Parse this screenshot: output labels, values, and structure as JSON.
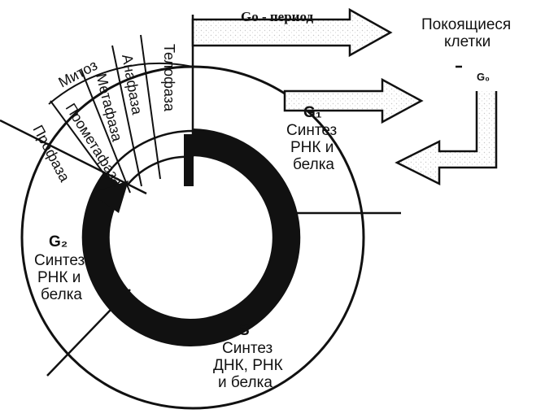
{
  "diagram": {
    "go_period": "Go - период",
    "resting_cells": [
      "Покоящиеся",
      "клетки"
    ],
    "g0_box": "G₀",
    "mitosis": "Митоз",
    "phases": [
      "Профаза",
      "Прометафаза",
      "Метафаза",
      "Анафаза",
      "Телофаза"
    ],
    "g1": {
      "name": "G₁",
      "lines": [
        "Синтез",
        "РНК и",
        "белка"
      ]
    },
    "s": {
      "name": "S",
      "lines": [
        "Синтез",
        "ДНК, РНК",
        "и  белка"
      ]
    },
    "g2": {
      "name": "G₂",
      "lines": [
        "Синтез",
        "РНК и",
        "белка"
      ]
    }
  }
}
